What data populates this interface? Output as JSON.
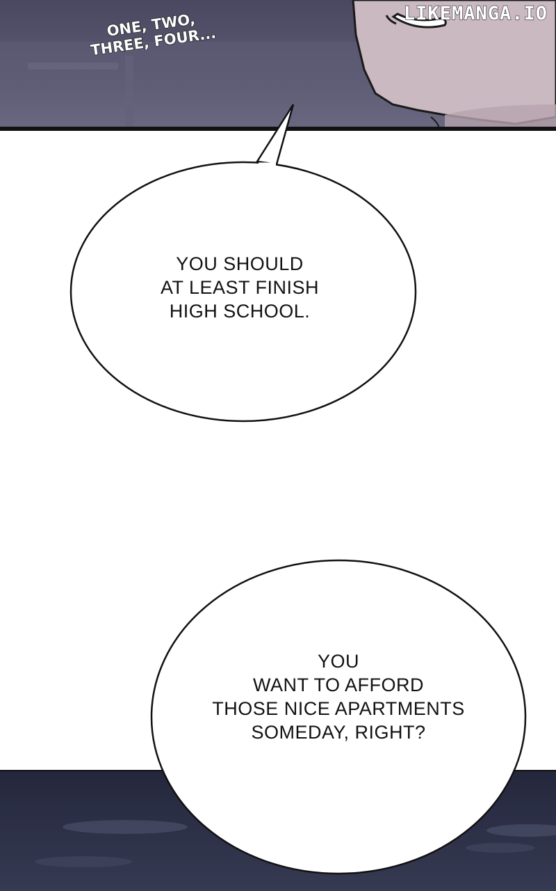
{
  "watermark": {
    "text": "LIKEMANGA.IO"
  },
  "top_panel": {
    "sfx_lines": [
      "ONE, TWO,",
      "THREE, FOUR..."
    ],
    "colors": {
      "background": "#55536a",
      "skin": "#cbb9c2"
    }
  },
  "bubbles": [
    {
      "lines": [
        "YOU SHOULD",
        "AT LEAST FINISH",
        "HIGH SCHOOL."
      ]
    },
    {
      "lines": [
        "YOU",
        "WANT TO AFFORD",
        "THOSE NICE APARTMENTS",
        "SOMEDAY, RIGHT?"
      ]
    }
  ],
  "bottom_panel": {
    "colors": {
      "background": "#2c2f45"
    }
  },
  "colors": {
    "page_background": "#ffffff",
    "ink": "#111111",
    "bubble_fill": "#ffffff"
  }
}
